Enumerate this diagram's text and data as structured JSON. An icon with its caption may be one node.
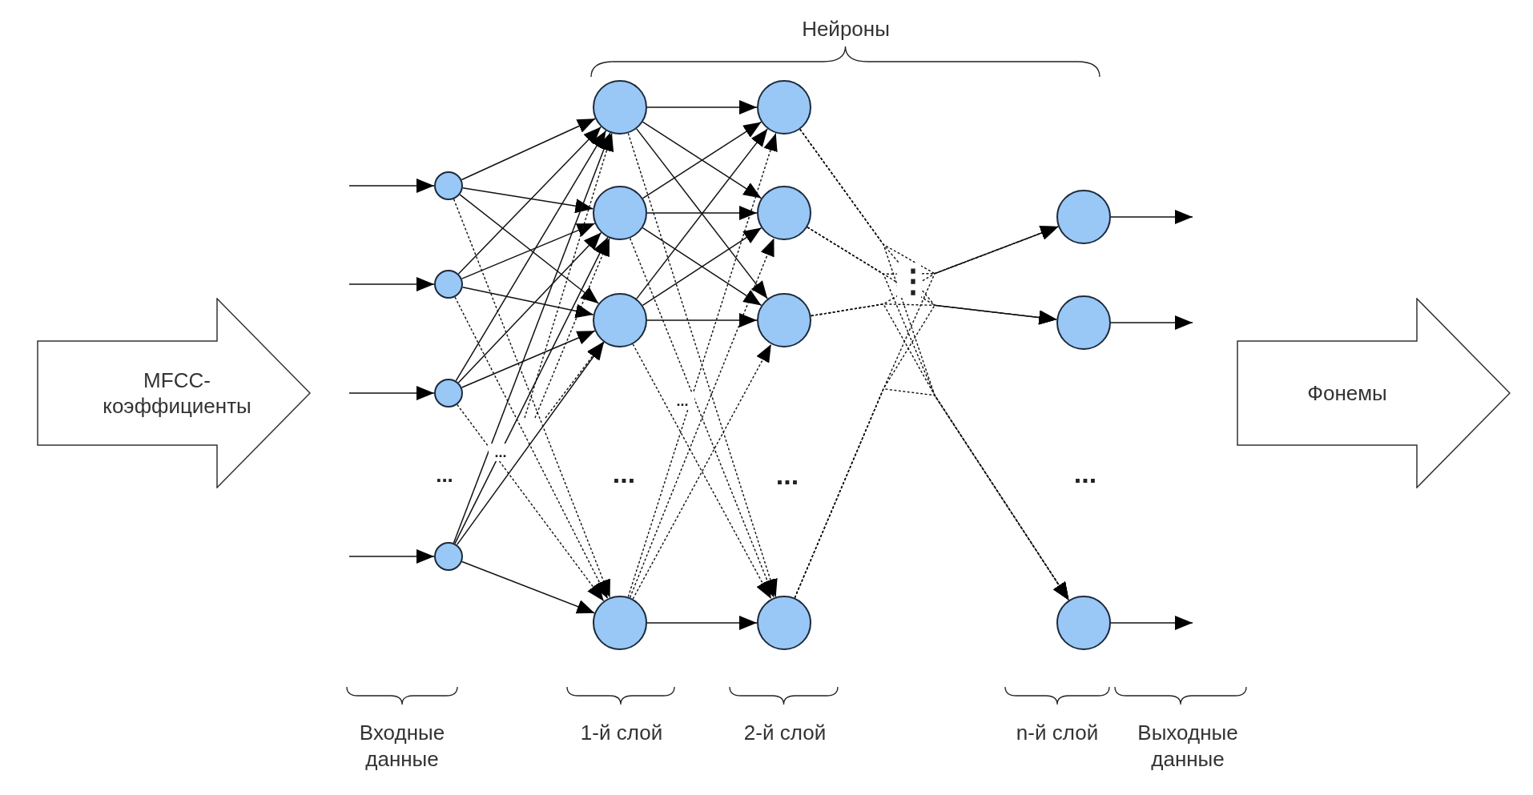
{
  "diagram": {
    "nodes": [
      {
        "text": [
          "MFCC-коэффициенты"
        ]
      },
      {
        "text": [
          "Фонемы"
        ]
      },
      {
        "text": [],
        "shape": "circle"
      },
      {
        "text": [],
        "shape": "circle"
      },
      {
        "text": [],
        "shape": "circle"
      },
      {
        "text": [],
        "shape": "circle"
      },
      {
        "text": [],
        "shape": "circle"
      },
      {
        "text": [],
        "shape": "circle"
      },
      {
        "text": [],
        "shape": "circle"
      },
      {
        "text": [],
        "shape": "circle"
      },
      {
        "text": [],
        "shape": "circle"
      },
      {
        "text": [],
        "shape": "circle"
      },
      {
        "text": [],
        "shape": "circle"
      },
      {
        "text": [],
        "shape": "circle"
      },
      {
        "text": [],
        "shape": "circle"
      },
      {
        "text": [],
        "shape": "circle"
      },
      {
        "text": [],
        "shape": "circle"
      }
    ],
    "edges": [
      {
        "from": null,
        "to": 2,
        "arrow": "to"
      },
      {
        "from": null,
        "to": 3,
        "arrow": "to"
      },
      {
        "from": null,
        "to": 4,
        "arrow": "to"
      },
      {
        "from": null,
        "to": 5,
        "arrow": "to"
      },
      {
        "from": 2,
        "to": 6,
        "arrow": "to"
      },
      {
        "from": 2,
        "to": 7,
        "arrow": "to"
      },
      {
        "from": 2,
        "to": 8,
        "arrow": "to"
      },
      {
        "from": 3,
        "to": 6,
        "arrow": "to"
      },
      {
        "from": 3,
        "to": 7,
        "arrow": "to"
      },
      {
        "from": 3,
        "to": 8,
        "arrow": "to"
      },
      {
        "from": 4,
        "to": 6,
        "arrow": "to"
      },
      {
        "from": 4,
        "to": 7,
        "arrow": "to"
      },
      {
        "from": 4,
        "to": 8,
        "arrow": "to"
      },
      {
        "from": 5,
        "to": 6,
        "arrow": "to"
      },
      {
        "from": 5,
        "to": 7,
        "arrow": "to"
      },
      {
        "from": 5,
        "to": 8,
        "arrow": "to"
      },
      {
        "from": 5,
        "to": 9,
        "arrow": "to"
      },
      {
        "from": 2,
        "to": 9,
        "arrow": "to",
        "style": "dashed"
      },
      {
        "from": 3,
        "to": 9,
        "arrow": "to",
        "style": "dashed"
      },
      {
        "from": 4,
        "to": 9,
        "arrow": "to",
        "style": "dashed"
      },
      {
        "from": null,
        "to": 6,
        "arrow": "to",
        "style": "dashed"
      },
      {
        "from": null,
        "to": 7,
        "arrow": "to",
        "style": "dashed"
      },
      {
        "from": null,
        "to": 8,
        "arrow": "to",
        "style": "dashed"
      },
      {
        "from": 6,
        "to": 10,
        "arrow": "to"
      },
      {
        "from": 6,
        "to": 11,
        "arrow": "to"
      },
      {
        "from": 6,
        "to": 12,
        "arrow": "to"
      },
      {
        "from": 7,
        "to": 10,
        "arrow": "to"
      },
      {
        "from": 7,
        "to": 11,
        "arrow": "to"
      },
      {
        "from": 7,
        "to": 12,
        "arrow": "to"
      },
      {
        "from": 8,
        "to": 10,
        "arrow": "to"
      },
      {
        "from": 8,
        "to": 11,
        "arrow": "to"
      },
      {
        "from": 8,
        "to": 12,
        "arrow": "to"
      },
      {
        "from": 9,
        "to": 13,
        "arrow": "to"
      },
      {
        "from": 6,
        "to": 13,
        "arrow": "to",
        "style": "dashed"
      },
      {
        "from": 7,
        "to": 13,
        "arrow": "to",
        "style": "dashed"
      },
      {
        "from": 8,
        "to": 13,
        "arrow": "to",
        "style": "dashed"
      },
      {
        "from": 9,
        "to": 10,
        "arrow": "to",
        "style": "dashed"
      },
      {
        "from": 9,
        "to": 11,
        "arrow": "to",
        "style": "dashed"
      },
      {
        "from": 9,
        "to": 12,
        "arrow": "to",
        "style": "dashed"
      },
      {
        "from": 10,
        "to": 14,
        "arrow": "to",
        "style": "dashed"
      },
      {
        "from": 10,
        "to": 15,
        "arrow": "to",
        "style": "dashed"
      },
      {
        "from": 10,
        "to": 16,
        "arrow": "to",
        "style": "dashed"
      },
      {
        "from": 11,
        "to": 14,
        "arrow": "to",
        "style": "dashed"
      },
      {
        "from": 11,
        "to": 15,
        "arrow": "to",
        "style": "dashed"
      },
      {
        "from": 11,
        "to": 16,
        "arrow": "to",
        "style": "dashed"
      },
      {
        "from": 12,
        "to": 14,
        "arrow": "to",
        "style": "dashed"
      },
      {
        "from": 12,
        "to": 15,
        "arrow": "to",
        "style": "dashed"
      },
      {
        "from": 12,
        "to": 16,
        "arrow": "to",
        "style": "dashed"
      },
      {
        "from": 13,
        "to": 14,
        "arrow": "to",
        "style": "dashed"
      },
      {
        "from": 13,
        "to": 15,
        "arrow": "to",
        "style": "dashed"
      },
      {
        "from": 13,
        "to": 16,
        "arrow": "to",
        "style": "dashed"
      },
      {
        "from": 14,
        "to": null,
        "arrow": "to"
      },
      {
        "from": 15,
        "to": null,
        "arrow": "to"
      },
      {
        "from": 16,
        "to": null,
        "arrow": "to"
      }
    ],
    "labels": [
      "Нейроны",
      "⋮",
      "...",
      "...",
      "...",
      "...",
      "...",
      "...",
      "Входные данные",
      "1-й слой",
      "2-й слой",
      "n-й слой",
      "Выходные данные"
    ]
  }
}
